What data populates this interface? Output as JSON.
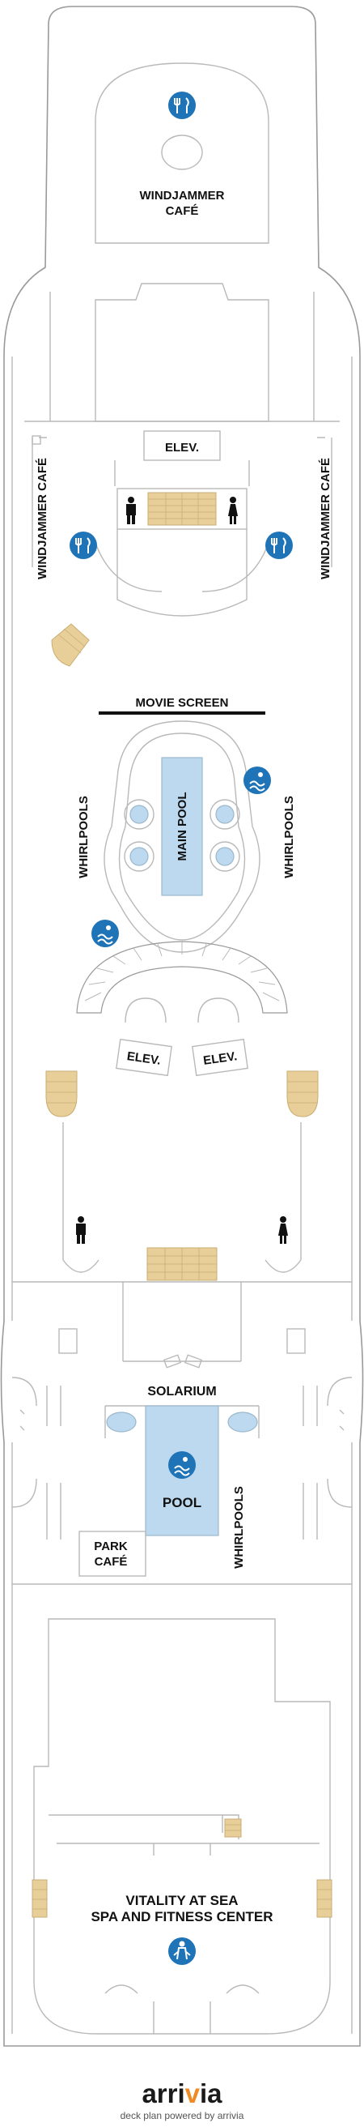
{
  "labels": {
    "windjammer_cafe_line1": "WINDJAMMER",
    "windjammer_cafe_line2": "CAFÉ",
    "windjammer_cafe_side": "WINDJAMMER CAFÉ",
    "elev": "ELEV.",
    "movie_screen": "MOVIE SCREEN",
    "main_pool": "MAIN POOL",
    "whirlpools": "WHIRLPOOLS",
    "solarium": "SOLARIUM",
    "pool": "POOL",
    "park_cafe_line1": "PARK",
    "park_cafe_line2": "CAFÉ",
    "vitality_line1": "VITALITY AT SEA",
    "vitality_line2": "SPA AND FITNESS CENTER"
  },
  "icons": [
    "dining-icon",
    "restroom-men-icon",
    "restroom-women-icon",
    "pool-icon",
    "spa-icon"
  ],
  "colors": {
    "pool_blue": "#bcd9ef",
    "stairs_tan": "#e8cf9a",
    "icon_blue": "#1f73b7",
    "brand_orange": "#f08a24"
  },
  "footer": {
    "brand_text_a": "arri",
    "brand_text_dot": "v",
    "brand_text_b": "ia",
    "tagline": "deck plan powered by arrivia"
  }
}
